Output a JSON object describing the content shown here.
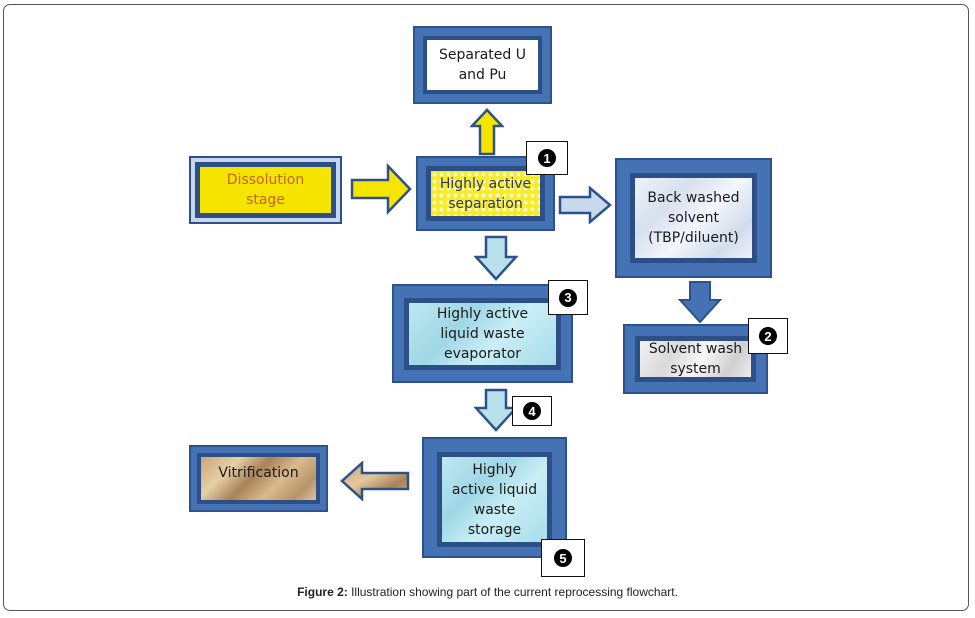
{
  "figure": {
    "caption_label": "Figure 2:",
    "caption_text": " Illustration showing part of the current reprocessing flowchart."
  },
  "nodes": {
    "separated": {
      "label_line1": "Separated U",
      "label_line2": "and Pu"
    },
    "dissolution": {
      "label_line1": "Dissolution",
      "label_line2": "stage",
      "text_color": "#c0661c"
    },
    "separation": {
      "label_line1": "Highly active",
      "label_line2": "separation",
      "badge": "1"
    },
    "backwashed": {
      "label_line1": "Back washed",
      "label_line2": "solvent",
      "label_line3": "(TBP/diluent)"
    },
    "solventwash": {
      "label_line1": "Solvent wash",
      "label_line2": "system",
      "badge": "2"
    },
    "evaporator": {
      "label_line1": "Highly active",
      "label_line2": "liquid waste",
      "label_line3": "evaporator",
      "badge": "3"
    },
    "storage": {
      "label_line1": "Highly",
      "label_line2": "active liquid",
      "label_line3": "waste",
      "label_line4": "storage",
      "badge": "5"
    },
    "vitrification": {
      "label_line1": "Vitrification"
    }
  },
  "arrows": {
    "evap_to_storage_badge": "4"
  },
  "colors": {
    "box_outer": "#4472b4",
    "box_inner_border": "#2b4f86",
    "yellow": "#f5e400"
  }
}
